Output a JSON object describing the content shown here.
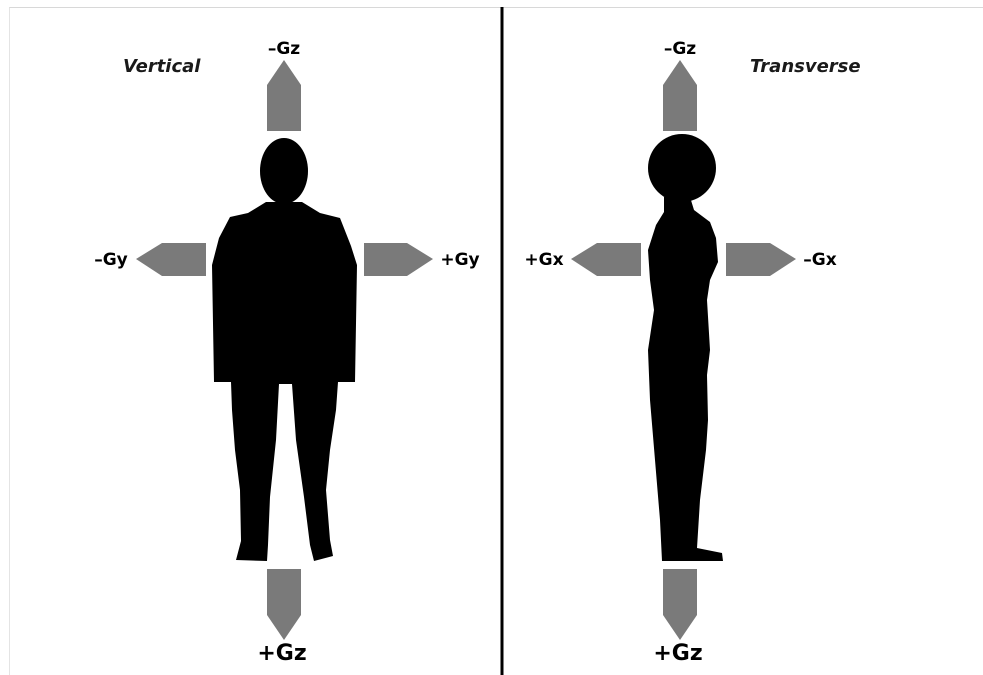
{
  "panels": {
    "vertical": {
      "title": "Vertical",
      "labels": {
        "top": "–Gz",
        "bottom": "+Gz",
        "left": "–Gy",
        "right": "+Gy"
      }
    },
    "transverse": {
      "title": "Transverse",
      "labels": {
        "top": "–Gz",
        "bottom": "+Gz",
        "left": "+Gx",
        "right": "–Gx"
      }
    }
  },
  "colors": {
    "arrow": "#7a7a7a",
    "silhouette": "#000000",
    "divider": "#000000"
  },
  "icons": {
    "arrow": "arrow-pentagon-icon",
    "front_figure": "human-front-silhouette",
    "side_figure": "human-side-silhouette"
  }
}
